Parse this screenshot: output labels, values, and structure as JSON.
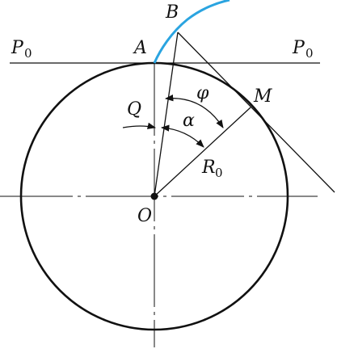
{
  "labels": {
    "B": "B",
    "A": "A",
    "P0_left": "P",
    "P0_left_sub": "0",
    "P0_right": "P",
    "P0_right_sub": "0",
    "M": "M",
    "phi": "φ",
    "Q": "Q",
    "alpha": "α",
    "R0": "R",
    "R0_sub": "0",
    "O": "O"
  },
  "colors": {
    "stroke": "#111111",
    "curve": "#2aa4e0"
  }
}
